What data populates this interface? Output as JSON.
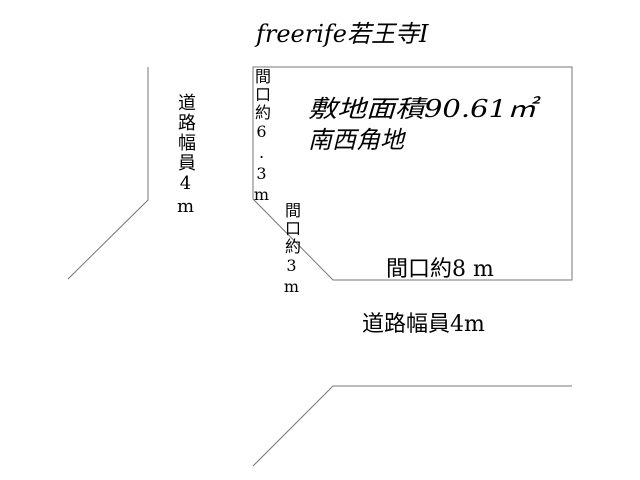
{
  "title": "freerife若王寺Ⅰ",
  "lot": {
    "area": "敷地面積90.61㎡",
    "corner": "南西角地",
    "frontage_west": "間口約6.3m",
    "frontage_corner": "間口約3m",
    "frontage_south": "間口約8 m"
  },
  "roads": {
    "west": "道路幅員4m",
    "south": "道路幅員4m"
  }
}
